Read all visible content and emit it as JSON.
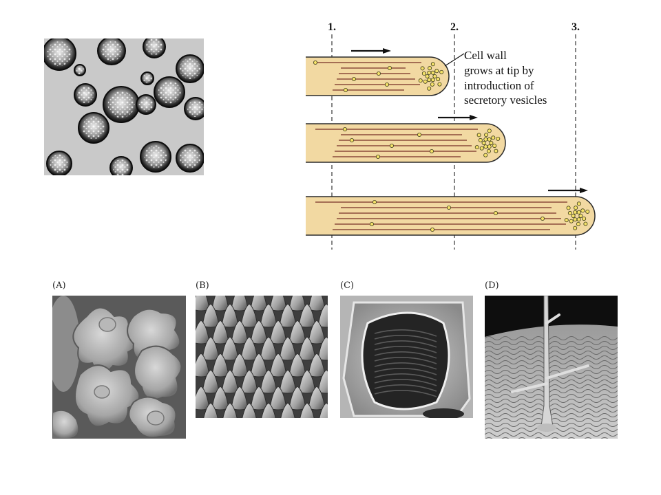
{
  "diagram": {
    "step_labels": [
      "1.",
      "2.",
      "3."
    ],
    "callout_lines": [
      "Cell wall",
      "grows at tip by",
      "introduction of",
      "secretory vesicles"
    ],
    "colors": {
      "tube_fill": "#f2d9a2",
      "tube_outline": "#2a2a2a",
      "microtubule": "#8a4a3a",
      "vesicle_fill": "#f5e26a",
      "vesicle_stroke": "#3a3a1a",
      "guide_line": "#333333",
      "arrow": "#111111"
    }
  },
  "panels": [
    {
      "label": "(A)"
    },
    {
      "label": "(B)"
    },
    {
      "label": "(C)"
    },
    {
      "label": "(D)"
    }
  ]
}
